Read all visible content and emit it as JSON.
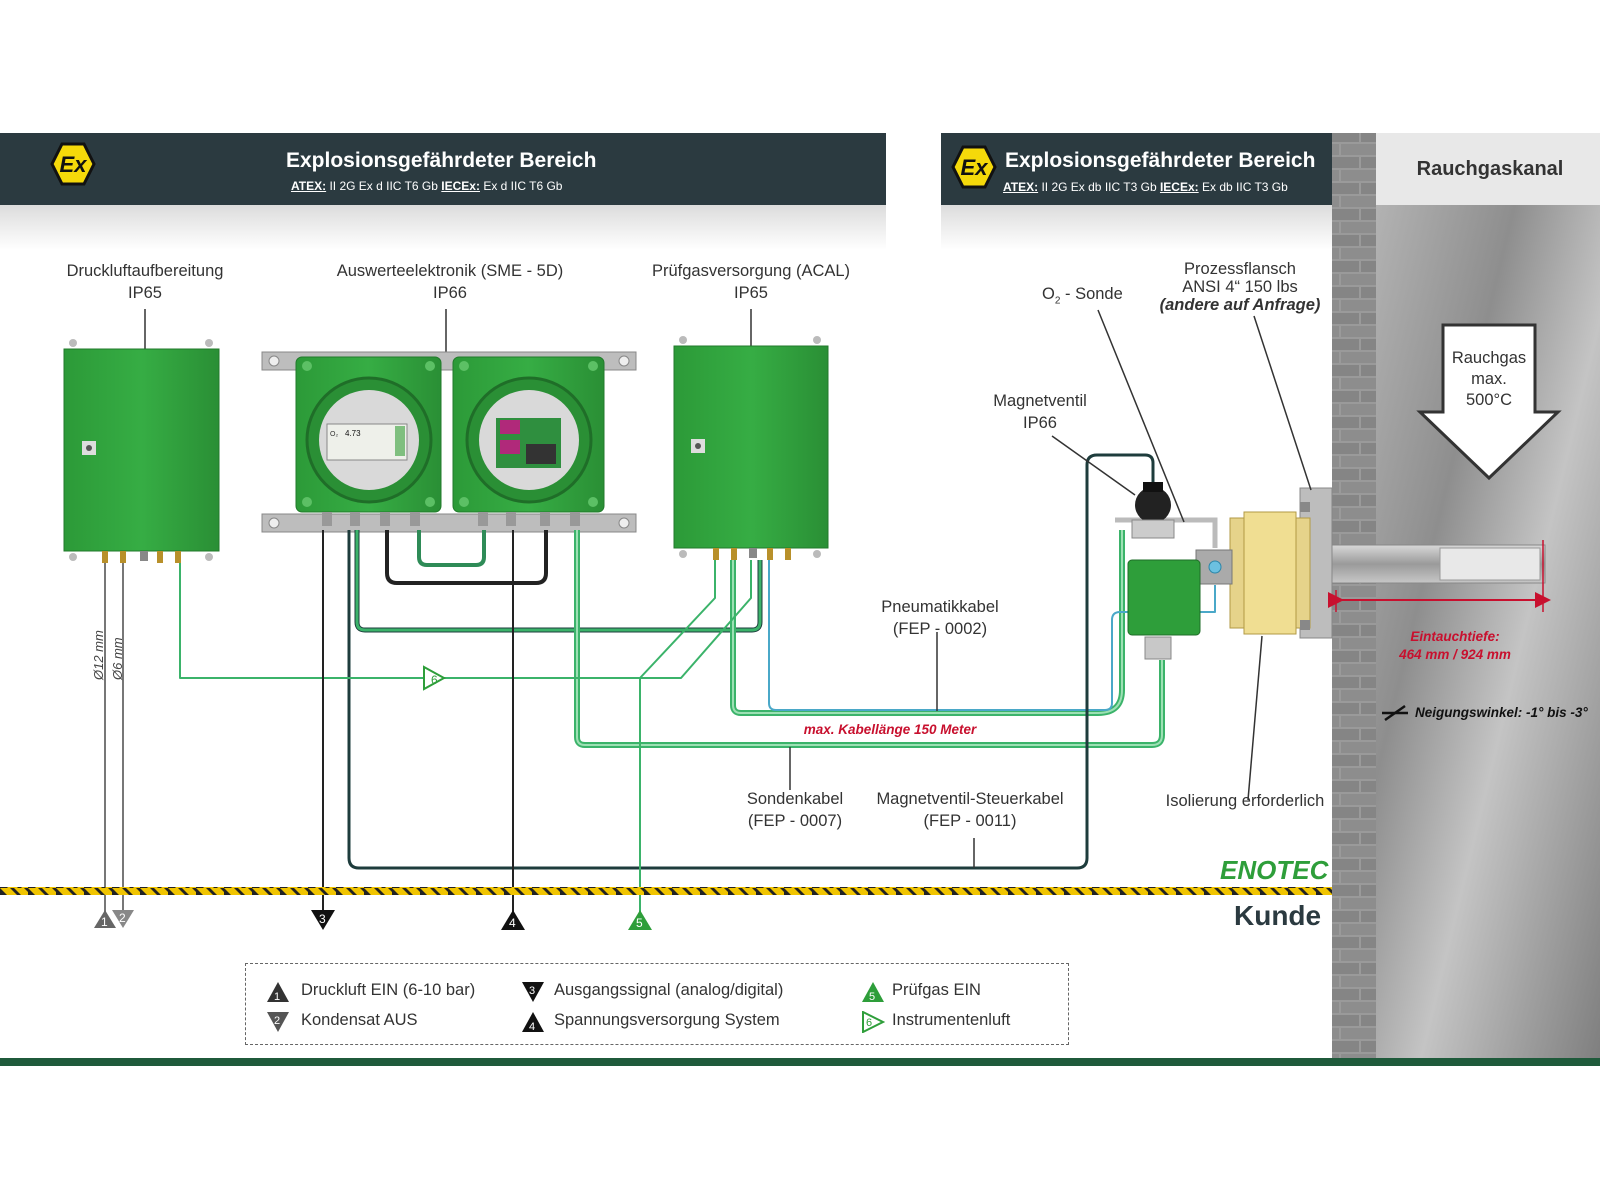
{
  "header_left": {
    "title": "Explosionsgefährdeter Bereich",
    "atex_label": "ATEX:",
    "atex_value": "II 2G Ex d IIC T6 Gb",
    "iecex_label": "IECEx:",
    "iecex_value": "Ex d IIC T6 Gb",
    "badge": "Ex"
  },
  "header_right": {
    "title": "Explosionsgefährdeter Bereich",
    "atex_label": "ATEX:",
    "atex_value": "II 2G Ex db IIC T3 Gb",
    "iecex_label": "IECEx:",
    "iecex_value": "Ex db IIC T3 Gb",
    "badge": "Ex"
  },
  "rauchgaskanal": {
    "title": "Rauchgaskanal",
    "arrow_line1": "Rauchgas",
    "arrow_line2": "max.",
    "arrow_line3": "500°C"
  },
  "components": {
    "druckluft": {
      "name": "Druckluftaufbereitung",
      "rating": "IP65"
    },
    "auswerte": {
      "name": "Auswerteelektronik (SME - 5D)",
      "rating": "IP66",
      "display_value": "4.73",
      "display_unit": "O₂"
    },
    "pruefgas": {
      "name": "Prüfgasversorgung (ACAL)",
      "rating": "IP65"
    },
    "sonde_prefix": "O",
    "sonde_sub": "2",
    "sonde_suffix": " - Sonde",
    "flansch": {
      "line1": "Prozessflansch",
      "line2": "ANSI 4“ 150 lbs",
      "line3": "(andere auf Anfrage)"
    },
    "magnetventil": {
      "name": "Magnetventil",
      "rating": "IP66"
    },
    "isolierung": "Isolierung erforderlich"
  },
  "cables": {
    "pneumatik": {
      "name": "Pneumatikkabel",
      "code": "(FEP - 0002)"
    },
    "sonde": {
      "name": "Sondenkabel",
      "code": "(FEP - 0007)"
    },
    "magnet": {
      "name": "Magnetventil-Steuerkabel",
      "code": "(FEP - 0011)"
    },
    "max_length": "max. Kabellänge 150 Meter"
  },
  "dimensions": {
    "tube_12": "Ø12 mm",
    "tube_6": "Ø6 mm",
    "eintauch_label": "Eintauchtiefe:",
    "eintauch_value": "464 mm / 924 mm",
    "neigung": "Neigungswinkel: -1° bis -3°"
  },
  "boundary": {
    "enotec": "ENOTEC",
    "kunde": "Kunde"
  },
  "markers": [
    "1",
    "2",
    "3",
    "4",
    "5",
    "6"
  ],
  "legend": [
    {
      "num": "1",
      "text": "Druckluft EIN (6-10 bar)"
    },
    {
      "num": "2",
      "text": "Kondensat AUS"
    },
    {
      "num": "3",
      "text": "Ausgangssignal (analog/digital)"
    },
    {
      "num": "4",
      "text": "Spannungsversorgung System"
    },
    {
      "num": "5",
      "text": "Prüfgas EIN"
    },
    {
      "num": "6",
      "text": "Instrumentenluft"
    }
  ],
  "colors": {
    "header": "#2b3a40",
    "enclosure": "#2e9e3a",
    "cable_green": "#3bb36a",
    "cable_dark": "#1e3c3c",
    "accent_red": "#c8102e",
    "badge": "#f5d90a"
  }
}
